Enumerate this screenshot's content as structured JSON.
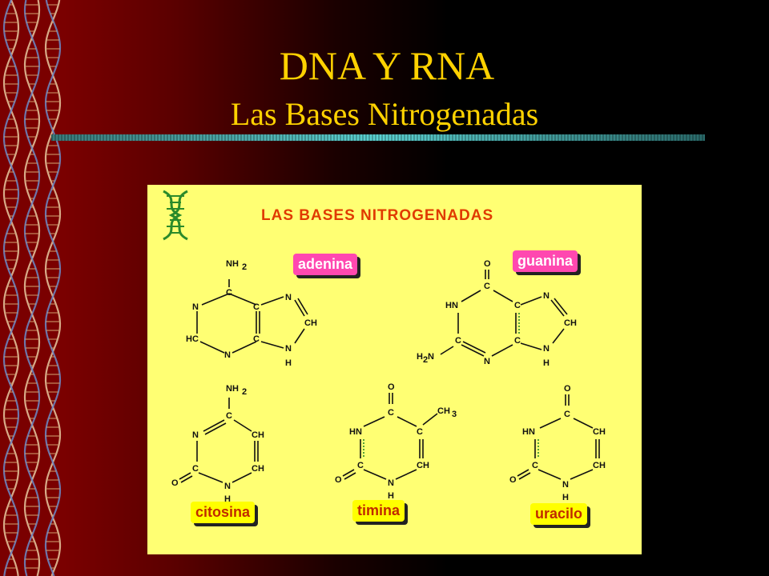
{
  "slide": {
    "title": "DNA Y RNA",
    "subtitle": "Las Bases Nitrogenadas"
  },
  "figure": {
    "heading": "LAS BASES NITROGENADAS",
    "bases": [
      {
        "name": "adenina",
        "label_style": "pink"
      },
      {
        "name": "guanina",
        "label_style": "pink"
      },
      {
        "name": "citosina",
        "label_style": "yellow"
      },
      {
        "name": "timina",
        "label_style": "yellow"
      },
      {
        "name": "uracilo",
        "label_style": "yellow"
      }
    ]
  },
  "colors": {
    "title": "#ffd200",
    "panel_bg": "#ffff73",
    "heading": "#e03a00",
    "purine_label": "#ff48b0",
    "pyrimidine_label": "#ffff00"
  }
}
